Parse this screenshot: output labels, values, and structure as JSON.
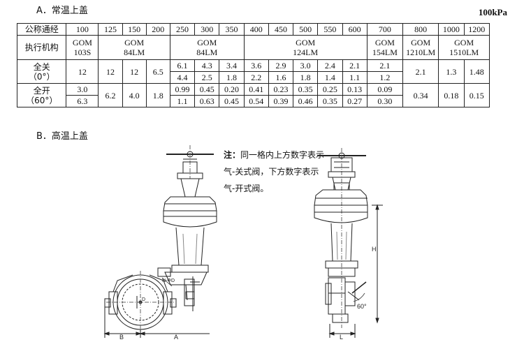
{
  "section_a": "A．常温上盖",
  "unit": "100kPa",
  "table": {
    "row_dn_label": "公称通经",
    "dn": [
      "100",
      "125",
      "150",
      "200",
      "250",
      "300",
      "350",
      "400",
      "450",
      "500",
      "550",
      "600",
      "700",
      "800",
      "1000",
      "1200"
    ],
    "row_act_label": "执行机构",
    "act": [
      {
        "l1": "GOM",
        "l2": "103S"
      },
      {
        "l1": "GOM",
        "l2": "84LM"
      },
      {
        "l1": "GOM",
        "l2": "84LM"
      },
      {
        "l1": "GOM",
        "l2": "124LM"
      },
      {
        "l1": "GOM",
        "l2": "154LM"
      },
      {
        "l1": "GOM",
        "l2": "1210LM"
      },
      {
        "l1": "GOM",
        "l2": "1510LM"
      }
    ],
    "row_close_label_1": "全关",
    "row_close_label_2": "（0°）",
    "close_single": [
      "12",
      "12",
      "12",
      "6.5"
    ],
    "close_top": [
      "6.1",
      "4.3",
      "3.4",
      "3.6",
      "2.9",
      "3.0",
      "2.4",
      "2.1",
      "2.1"
    ],
    "close_bot": [
      "4.4",
      "2.5",
      "1.8",
      "2.2",
      "1.6",
      "1.8",
      "1.4",
      "1.1",
      "1.2"
    ],
    "close_right": [
      "2.1",
      "1.3",
      "1.48"
    ],
    "row_open_label_1": "全开",
    "row_open_label_2": "（60°）",
    "open_100_top": "3.0",
    "open_100_bot": "6.3",
    "open_single": [
      "6.2",
      "4.0",
      "1.8"
    ],
    "open_top": [
      "0.99",
      "0.45",
      "0.20",
      "0.41",
      "0.23",
      "0.35",
      "0.25",
      "0.13",
      "0.09"
    ],
    "open_bot": [
      "1.1",
      "0.63",
      "0.45",
      "0.54",
      "0.39",
      "0.46",
      "0.35",
      "0.27",
      "0.30"
    ],
    "open_right": [
      "0.34",
      "0.18",
      "0.15"
    ]
  },
  "section_b": "B．高温上盖",
  "note": {
    "prefix": "注：",
    "text": "同一格内上方数字表示气-关式阀，下方数字表示气-开式阀。"
  },
  "drawing_labels": {
    "dim_b": "B",
    "dim_a": "A",
    "dim_h": "H",
    "dim_l": "L",
    "angle": "60°",
    "bolt": "N-ΦD",
    "d": "D"
  }
}
